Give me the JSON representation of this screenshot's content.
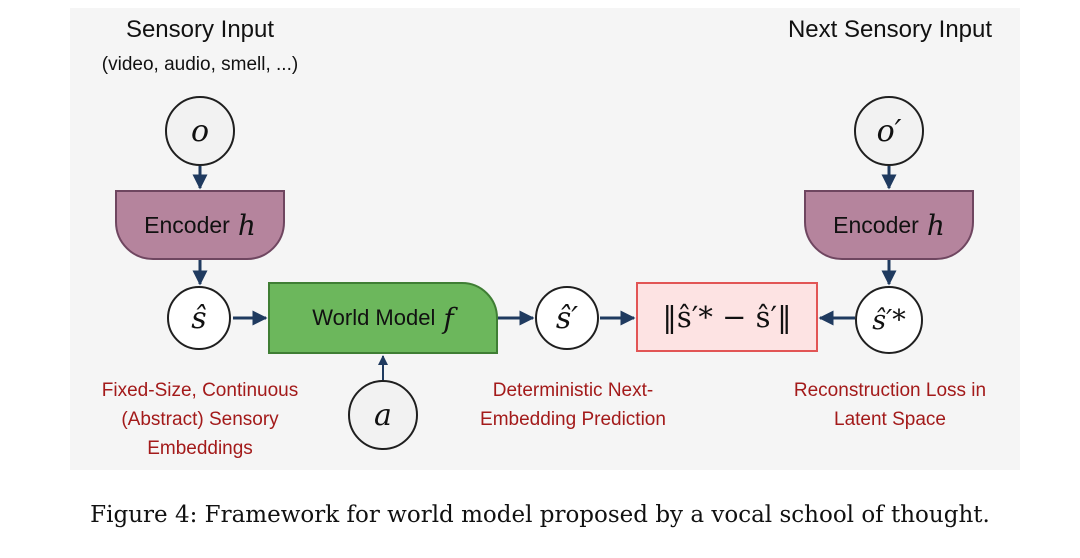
{
  "headings": {
    "input_title": "Sensory Input",
    "input_sub": "(video, audio, smell, ...)",
    "next_title": "Next Sensory Input"
  },
  "nodes": {
    "o": "o",
    "o_prime": "o′",
    "s_hat": "ŝ",
    "s_hat_prime": "ŝ′",
    "s_hat_prime_star": "ŝ′*",
    "a": "a"
  },
  "encoder": {
    "label": "Encoder",
    "symbol": "h"
  },
  "world_model": {
    "label": "World Model",
    "symbol": "f"
  },
  "loss_formula": "‖ŝ′* − ŝ′‖",
  "annotations": {
    "embeddings": [
      "Fixed-Size, Continuous",
      "(Abstract) Sensory",
      "Embeddings"
    ],
    "prediction": [
      "Deterministic Next-",
      "Embedding Prediction"
    ],
    "reconstruction": [
      "Reconstruction Loss in",
      "Latent Space"
    ]
  },
  "caption": "Figure 4: Framework for world model proposed by a vocal school of thought.",
  "colors": {
    "encoder": "#b5849d",
    "world_model": "#6cb75c",
    "loss_box": "#fde3e3",
    "annotation": "#a31a1a"
  }
}
